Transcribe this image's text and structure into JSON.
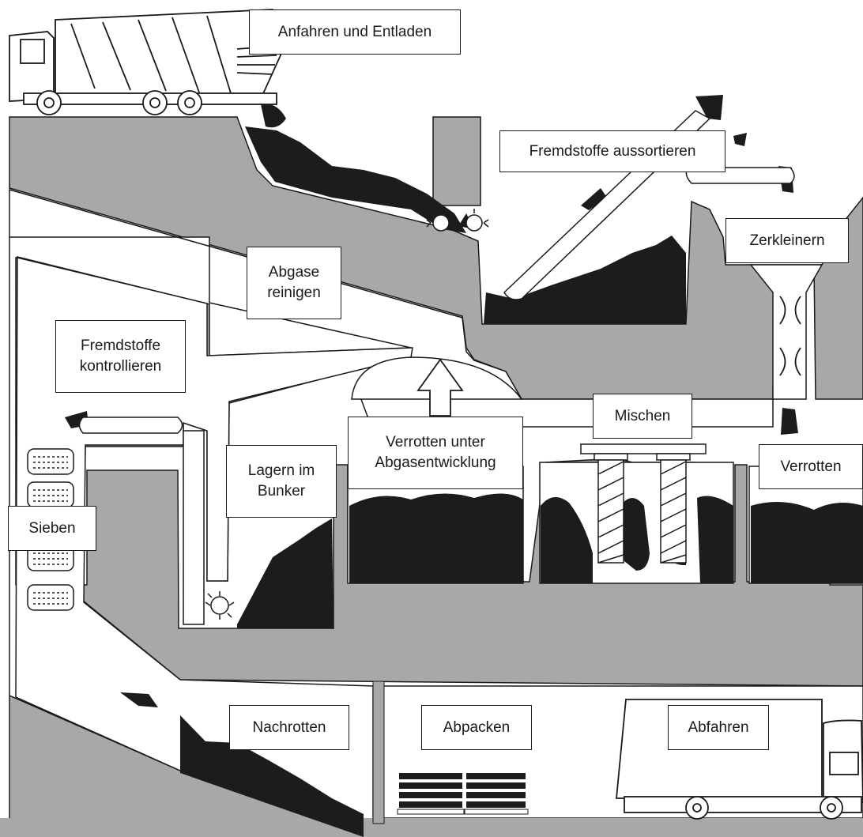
{
  "colors": {
    "ground": "#a8a8a8",
    "material": "#1c1c1c",
    "outline": "#1a1a1a",
    "white": "#ffffff"
  },
  "labels": {
    "deliver": "Anfahren und Entladen",
    "sort": "Fremdstoffe aussortieren",
    "shred": "Zerkleinern",
    "clean_gas": "Abgase\nreinigen",
    "control": "Fremdstoffe\nkontrollieren",
    "decompose_gas": "Verrotten unter\nAbgasentwicklung",
    "mix": "Mischen",
    "store": "Lagern im\nBunker",
    "rot": "Verrotten",
    "sieve": "Sieben",
    "post_rot": "Nachrotten",
    "pack": "Abpacken",
    "depart": "Abfahren"
  },
  "icons": {
    "truck_tipper": "tipper-truck-icon",
    "truck_box": "box-truck-icon",
    "conveyor": "conveyor-belt-icon",
    "shredder": "shredder-rollers-icon",
    "mixer": "screw-mixer-icon",
    "sieve_drum": "sieve-drum-icon",
    "pallet": "pallet-stack-icon",
    "arrow_up": "exhaust-arrow-icon"
  }
}
